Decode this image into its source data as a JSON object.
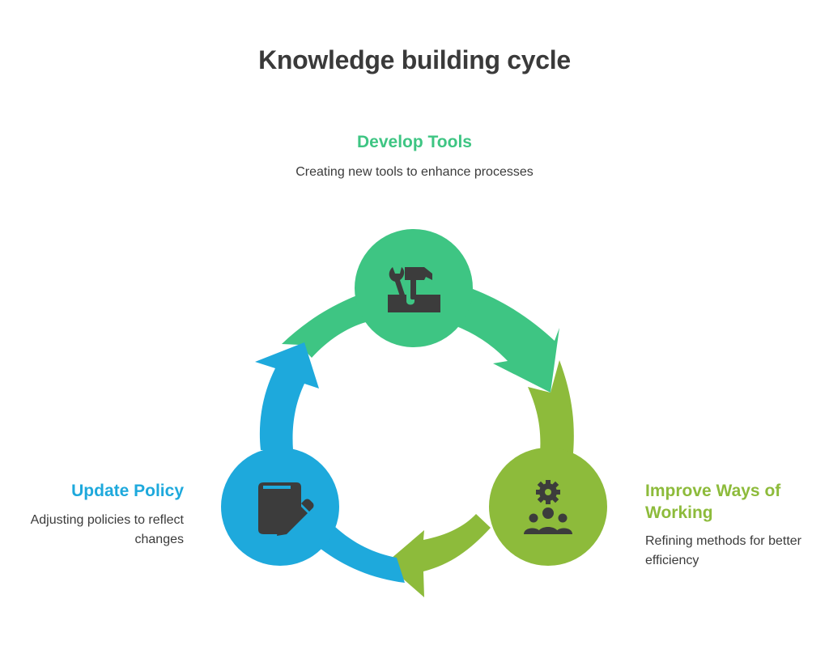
{
  "title": "Knowledge building cycle",
  "colors": {
    "green": "#3ec583",
    "lime": "#8dbb3b",
    "blue": "#1ea9dc",
    "icon": "#3c3c3c"
  },
  "stages": [
    {
      "id": "develop",
      "title": "Develop Tools",
      "description": "Creating new tools to enhance processes",
      "icon": "toolbox-icon",
      "color": "#3ec583"
    },
    {
      "id": "improve",
      "title": "Improve Ways of Working",
      "description": "Refining methods for better efficiency",
      "icon": "team-gear-icon",
      "color": "#8dbb3b"
    },
    {
      "id": "update",
      "title": "Update Policy",
      "description": "Adjusting policies to reflect changes",
      "icon": "policy-document-icon",
      "color": "#1ea9dc"
    }
  ]
}
